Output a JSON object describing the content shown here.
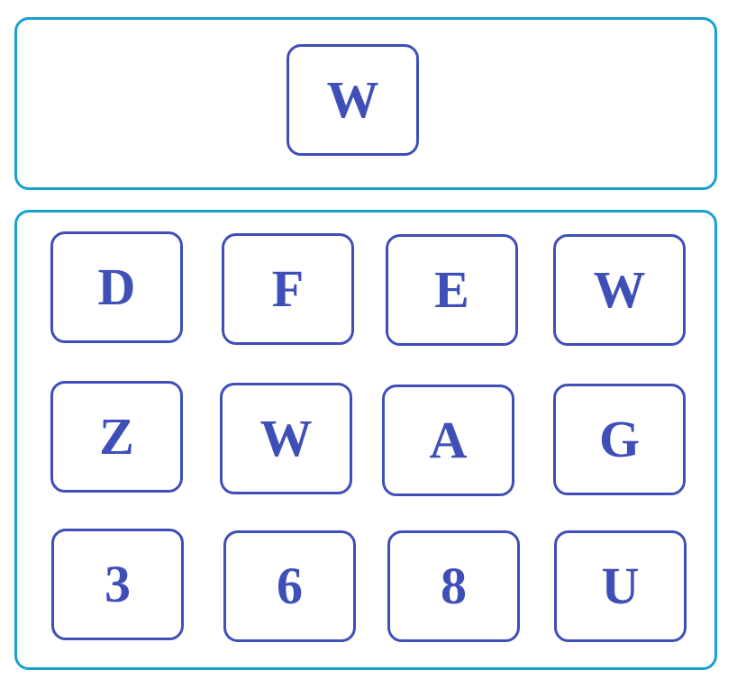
{
  "target": {
    "letter": "W"
  },
  "grid": {
    "tiles": [
      {
        "label": "D"
      },
      {
        "label": "F"
      },
      {
        "label": "E"
      },
      {
        "label": "W"
      },
      {
        "label": "Z"
      },
      {
        "label": "W"
      },
      {
        "label": "A"
      },
      {
        "label": "G"
      },
      {
        "label": "3"
      },
      {
        "label": "6"
      },
      {
        "label": "8"
      },
      {
        "label": "U"
      }
    ]
  },
  "colors": {
    "panel_border": "#1aa0cc",
    "tile_border": "#3f4fb8",
    "text": "#3f4fb8",
    "background": "#ffffff"
  }
}
